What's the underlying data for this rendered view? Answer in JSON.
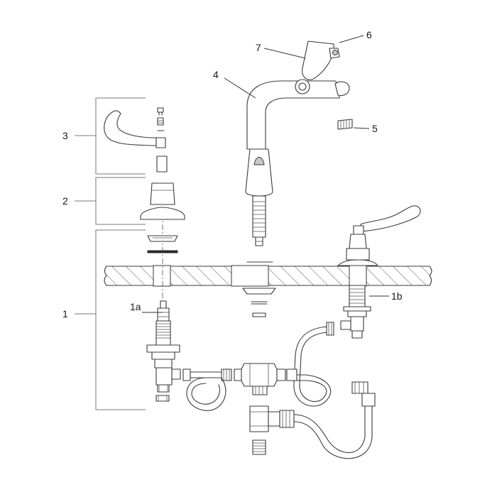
{
  "labels": {
    "p1": "1",
    "p1a": "1a",
    "p1b": "1b",
    "p2": "2",
    "p3": "3",
    "p4": "4",
    "p5": "5",
    "p6": "6",
    "p7": "7"
  },
  "colors": {
    "line": "#3a3a3a",
    "shade": "#c9c9c9",
    "background": "#ffffff"
  }
}
